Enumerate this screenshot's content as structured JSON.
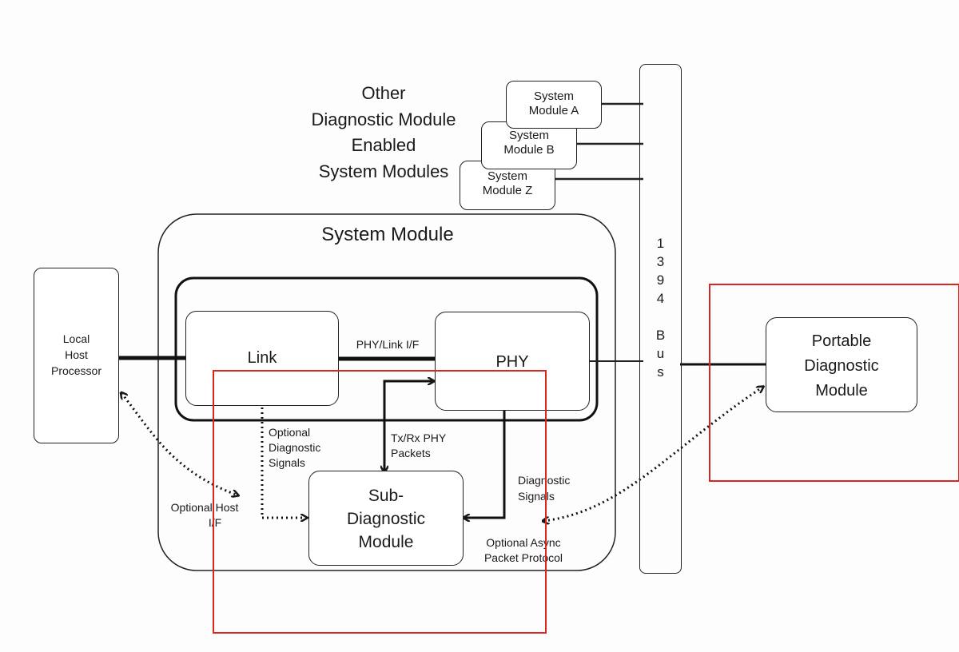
{
  "other_modules": {
    "heading_lines": [
      "Other",
      "Diagnostic Module",
      "Enabled",
      "System Modules"
    ],
    "module_a": [
      "System",
      "Module A"
    ],
    "module_b": [
      "System",
      "Module B"
    ],
    "module_z": [
      "System",
      "Module Z"
    ]
  },
  "system_module": {
    "title": "System Module",
    "link": "Link",
    "phy": "PHY",
    "phy_link_if": "PHY/Link I/F",
    "optional_diag_signals": [
      "Optional",
      "Diagnostic",
      "Signals"
    ],
    "txrx_packets": [
      "Tx/Rx PHY",
      "Packets"
    ],
    "diag_signals": [
      "Diagnostic",
      "Signals"
    ],
    "sub_diagnostic": [
      "Sub-",
      "Diagnostic",
      "Module"
    ],
    "optional_host_if": [
      "Optional Host",
      "I/F"
    ],
    "optional_async": [
      "Optional Async",
      "Packet Protocol"
    ]
  },
  "local_host": [
    "Local",
    "Host",
    "Processor"
  ],
  "bus": {
    "letters": "1\n3\n9\n4\n\nB\nu\ns"
  },
  "portable": [
    "Portable",
    "Diagnostic",
    "Module"
  ],
  "colors": {
    "highlight": "#d6281e",
    "ink": "#1a1a1a"
  }
}
